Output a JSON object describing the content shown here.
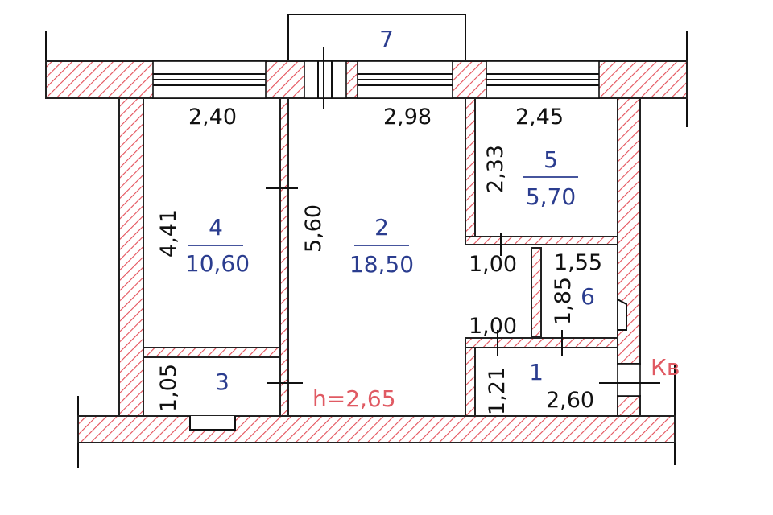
{
  "colors": {
    "wall_hatch": "#e4505a",
    "room_text": "#2b3d8f",
    "note_text": "#e05a63",
    "lines": "#111111"
  },
  "rooms": [
    {
      "number": "2",
      "area": "18,50"
    },
    {
      "number": "4",
      "area": "10,60"
    },
    {
      "number": "5",
      "area": "5,70"
    },
    {
      "number": "3"
    },
    {
      "number": "6"
    },
    {
      "number": "1"
    },
    {
      "number": "7"
    }
  ],
  "dimensions": {
    "room4_width": "2,40",
    "room4_length": "4,41",
    "room2_width": "2,98",
    "room2_length": "5,60",
    "room5_width": "2,45",
    "room5_length": "2,33",
    "room6_width": "1,55",
    "room6_length": "1,85",
    "opening_upper": "1,00",
    "opening_lower": "1,00",
    "room3_length": "1,05",
    "room1_length": "1,21",
    "room1_width": "2,60"
  },
  "notes": {
    "ceiling_height": "h=2,65",
    "apartment_label": "Кв"
  }
}
